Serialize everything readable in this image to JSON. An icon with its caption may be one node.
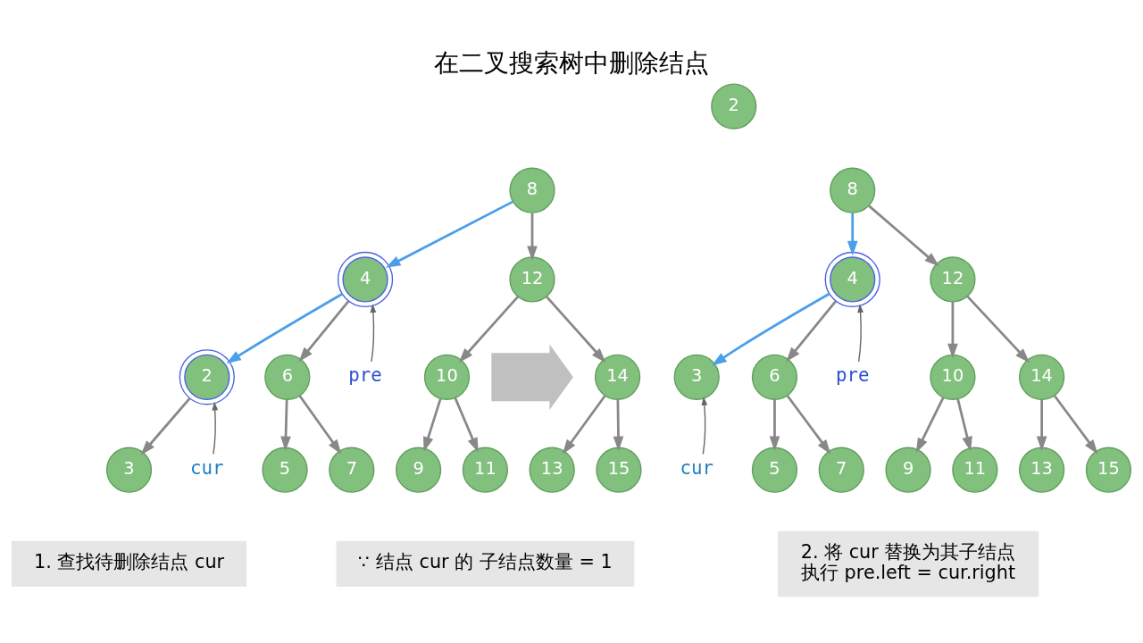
{
  "diagram": {
    "title": "在二叉搜索树中删除结点",
    "nodes": [
      {
        "text": [
          "2"
        ]
      },
      {
        "text": [
          "8"
        ]
      },
      {
        "text": [
          "4"
        ]
      },
      {
        "text": [
          "12"
        ]
      },
      {
        "text": [
          "2"
        ]
      },
      {
        "text": [
          "6"
        ]
      },
      {
        "text": [
          "10"
        ]
      },
      {
        "text": [
          "14"
        ]
      },
      {
        "text": [
          "3"
        ]
      },
      {
        "text": [
          "5"
        ]
      },
      {
        "text": [
          "7"
        ]
      },
      {
        "text": [
          "9"
        ]
      },
      {
        "text": [
          "11"
        ]
      },
      {
        "text": [
          "13"
        ]
      },
      {
        "text": [
          "15"
        ]
      },
      {
        "text": [
          "pre"
        ]
      },
      {
        "text": [
          "cur"
        ]
      },
      {
        "text": [],
        "shape": "arrow"
      },
      {
        "text": [
          "8"
        ]
      },
      {
        "text": [
          "4"
        ]
      },
      {
        "text": [
          "12"
        ]
      },
      {
        "text": [
          "3"
        ]
      },
      {
        "text": [
          "6"
        ]
      },
      {
        "text": [
          "10"
        ]
      },
      {
        "text": [
          "14"
        ]
      },
      {
        "text": [
          "5"
        ]
      },
      {
        "text": [
          "7"
        ]
      },
      {
        "text": [
          "9"
        ]
      },
      {
        "text": [
          "11"
        ]
      },
      {
        "text": [
          "13"
        ]
      },
      {
        "text": [
          "15"
        ]
      },
      {
        "text": [
          "pre"
        ]
      },
      {
        "text": [
          "cur"
        ]
      },
      {
        "text": [
          "1. 查找待删除结点 cur"
        ]
      },
      {
        "text": [
          "∵ 结点 cur 的 子结点数量 = 1"
        ]
      },
      {
        "text": [
          "2. 将 cur 替换为其子结点",
          "执行 pre.left = cur.right"
        ]
      }
    ],
    "edges": [
      {
        "from": 1,
        "to": 2,
        "arrow": "to",
        "color": "#4a9fe8"
      },
      {
        "from": 1,
        "to": 3,
        "arrow": "to"
      },
      {
        "from": 2,
        "to": 4,
        "arrow": "to",
        "color": "#4a9fe8"
      },
      {
        "from": 2,
        "to": 5,
        "arrow": "to"
      },
      {
        "from": 3,
        "to": 6,
        "arrow": "to"
      },
      {
        "from": 3,
        "to": 7,
        "arrow": "to"
      },
      {
        "from": 4,
        "to": 8,
        "arrow": "to"
      },
      {
        "from": 5,
        "to": 9,
        "arrow": "to"
      },
      {
        "from": 5,
        "to": 10,
        "arrow": "to"
      },
      {
        "from": 6,
        "to": 11,
        "arrow": "to"
      },
      {
        "from": 6,
        "to": 12,
        "arrow": "to"
      },
      {
        "from": 7,
        "to": 13,
        "arrow": "to"
      },
      {
        "from": 7,
        "to": 14,
        "arrow": "to"
      },
      {
        "from": 15,
        "to": 2,
        "arrow": "to"
      },
      {
        "from": 16,
        "to": 4,
        "arrow": "to"
      },
      {
        "from": 18,
        "to": 19,
        "arrow": "to",
        "color": "#4a9fe8"
      },
      {
        "from": 18,
        "to": 20,
        "arrow": "to"
      },
      {
        "from": 19,
        "to": 21,
        "arrow": "to",
        "color": "#4a9fe8"
      },
      {
        "from": 19,
        "to": 22,
        "arrow": "to"
      },
      {
        "from": 20,
        "to": 23,
        "arrow": "to"
      },
      {
        "from": 20,
        "to": 24,
        "arrow": "to"
      },
      {
        "from": 22,
        "to": 25,
        "arrow": "to"
      },
      {
        "from": 22,
        "to": 26,
        "arrow": "to"
      },
      {
        "from": 23,
        "to": 27,
        "arrow": "to"
      },
      {
        "from": 23,
        "to": 28,
        "arrow": "to"
      },
      {
        "from": 24,
        "to": 29,
        "arrow": "to"
      },
      {
        "from": 24,
        "to": 30,
        "arrow": "to"
      },
      {
        "from": 31,
        "to": 19,
        "arrow": "to"
      },
      {
        "from": 32,
        "to": 21,
        "arrow": "to"
      }
    ]
  }
}
